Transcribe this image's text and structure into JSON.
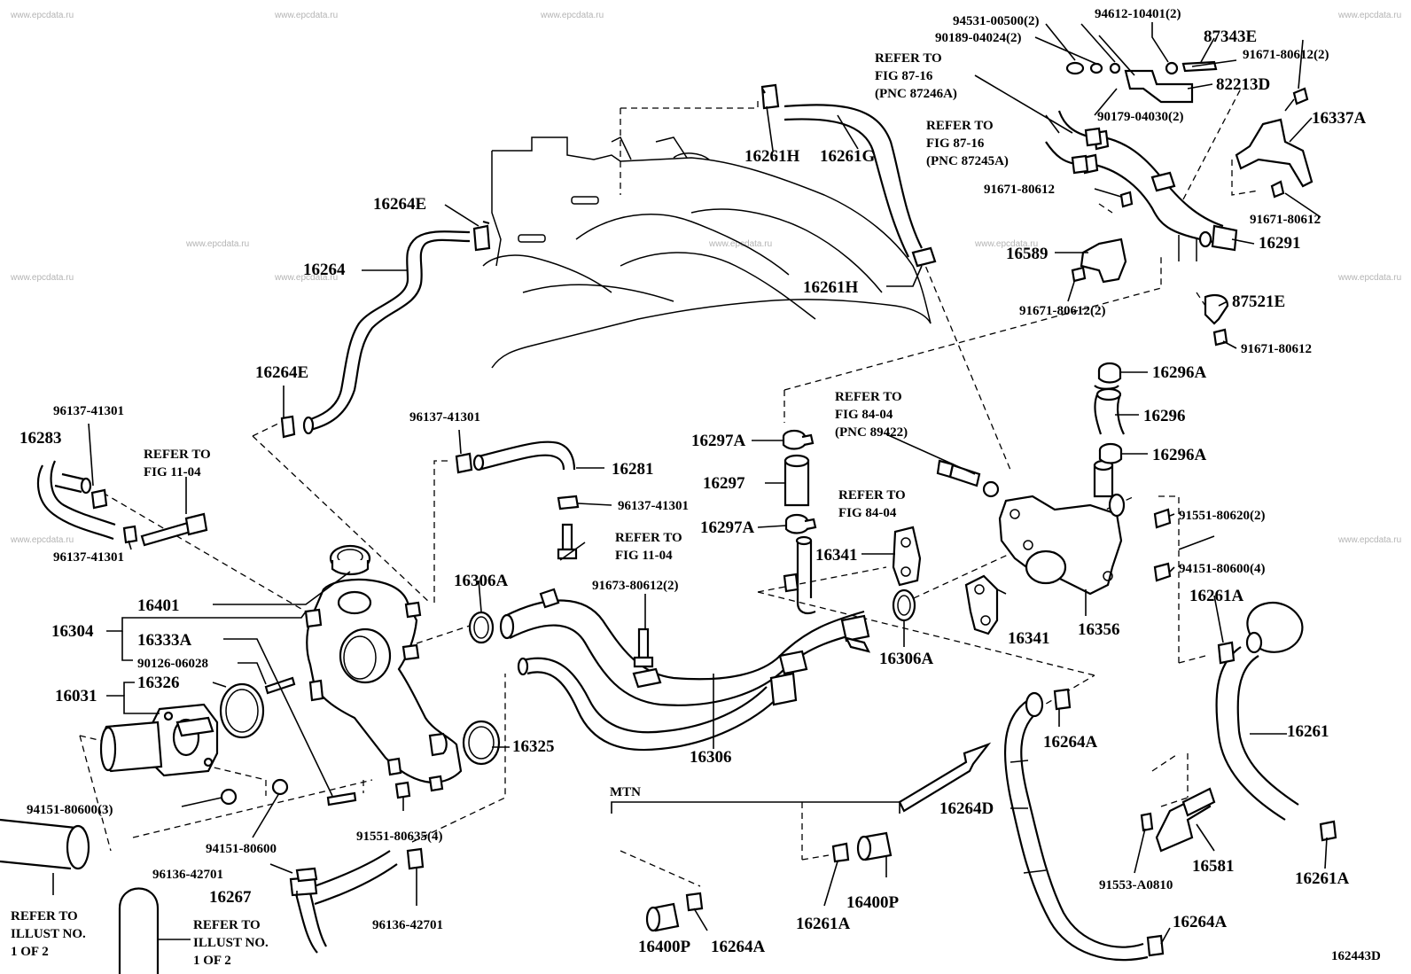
{
  "watermarks": [
    {
      "text": "www.epcdata.ru"
    },
    {
      "text": "www.epcdata.ru"
    },
    {
      "text": "www.epcdata.ru"
    },
    {
      "text": "www.epcdata.ru"
    },
    {
      "text": "www.epcdata.ru"
    },
    {
      "text": "www.epcdata.ru"
    },
    {
      "text": "www.epcdata.ru"
    },
    {
      "text": "www.epcdata.ru"
    },
    {
      "text": "www.epcdata.ru"
    },
    {
      "text": "www.epcdata.ru"
    },
    {
      "text": "www.epcdata.ru"
    },
    {
      "text": "www.epcdata.ru"
    }
  ],
  "labels": [
    {
      "text": "94531-00500(2)"
    },
    {
      "text": "94612-10401(2)"
    },
    {
      "text": "90189-04024(2)"
    },
    {
      "text": "87343E"
    },
    {
      "text": "91671-80612(2)"
    },
    {
      "text": "82213D"
    },
    {
      "text": "90179-04030(2)"
    },
    {
      "text": "16337A"
    },
    {
      "text": "16261H"
    },
    {
      "text": "16261G"
    },
    {
      "text": "16264E"
    },
    {
      "text": "91671-80612"
    },
    {
      "text": "91671-80612"
    },
    {
      "text": "16264"
    },
    {
      "text": "16589"
    },
    {
      "text": "16291"
    },
    {
      "text": "16261H"
    },
    {
      "text": "91671-80612(2)"
    },
    {
      "text": "87521E"
    },
    {
      "text": "91671-80612"
    },
    {
      "text": "16264E"
    },
    {
      "text": "16296A"
    },
    {
      "text": "96137-41301"
    },
    {
      "text": "96137-41301"
    },
    {
      "text": "16296"
    },
    {
      "text": "16283"
    },
    {
      "text": "16297A"
    },
    {
      "text": "16296A"
    },
    {
      "text": "16281"
    },
    {
      "text": "16297"
    },
    {
      "text": "96137-41301"
    },
    {
      "text": "91551-80620(2)"
    },
    {
      "text": "16297A"
    },
    {
      "text": "96137-41301"
    },
    {
      "text": "16341"
    },
    {
      "text": "94151-80600(4)"
    },
    {
      "text": "16401"
    },
    {
      "text": "16306A"
    },
    {
      "text": "91673-80612(2)"
    },
    {
      "text": "16261A"
    },
    {
      "text": "16304"
    },
    {
      "text": "16333A"
    },
    {
      "text": "16341"
    },
    {
      "text": "16356"
    },
    {
      "text": "90126-06028"
    },
    {
      "text": "16306A"
    },
    {
      "text": "16031"
    },
    {
      "text": "16326"
    },
    {
      "text": "16261"
    },
    {
      "text": "16325"
    },
    {
      "text": "16306"
    },
    {
      "text": "16264A"
    },
    {
      "text": "MTN"
    },
    {
      "text": "94151-80600(3)"
    },
    {
      "text": "16264D"
    },
    {
      "text": "91551-80635(4)"
    },
    {
      "text": "94151-80600"
    },
    {
      "text": "16581"
    },
    {
      "text": "96136-42701"
    },
    {
      "text": "91553-A0810"
    },
    {
      "text": "16261A"
    },
    {
      "text": "16267"
    },
    {
      "text": "96136-42701"
    },
    {
      "text": "16400P"
    },
    {
      "text": "16261A"
    },
    {
      "text": "16264A"
    },
    {
      "text": "16400P"
    },
    {
      "text": "16264A"
    },
    {
      "text": "162443D"
    }
  ],
  "references": [
    {
      "lines": [
        "REFER TO",
        "FIG 87-16",
        "(PNC 87246A)"
      ]
    },
    {
      "lines": [
        "REFER TO",
        "FIG 87-16",
        "(PNC 87245A)"
      ]
    },
    {
      "lines": [
        "REFER TO",
        "FIG 11-04"
      ]
    },
    {
      "lines": [
        "REFER TO",
        "FIG 84-04",
        "(PNC 89422)"
      ]
    },
    {
      "lines": [
        "REFER TO",
        "FIG 84-04"
      ]
    },
    {
      "lines": [
        "REFER TO",
        "FIG 11-04"
      ]
    },
    {
      "lines": [
        "REFER TO",
        "ILLUST NO.",
        "1 OF 2"
      ]
    },
    {
      "lines": [
        "REFER TO",
        "ILLUST NO.",
        "1 OF 2"
      ]
    }
  ]
}
